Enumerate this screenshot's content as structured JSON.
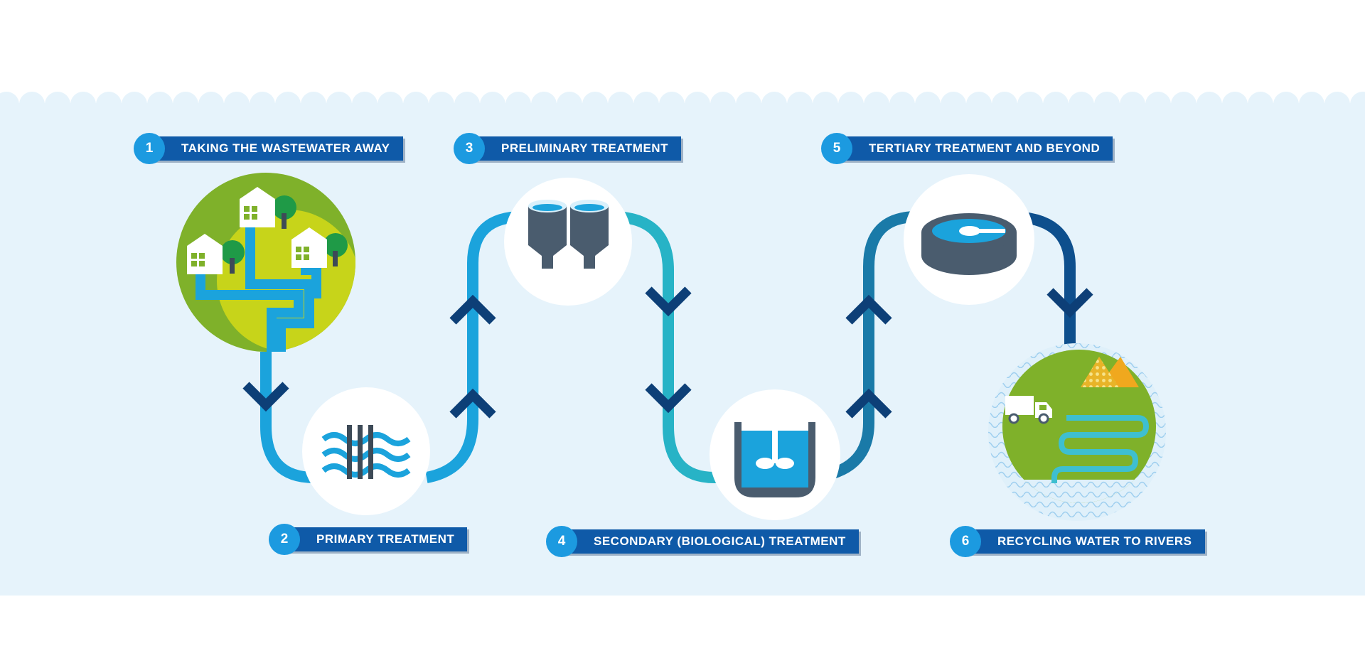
{
  "title": "",
  "colors": {
    "panel": "#e6f3fb",
    "label_bar": "#0f5aa8",
    "number_badge": "#1c9ae0",
    "pipe_light": "#1ba3dc",
    "pipe_teal": "#27b3c6",
    "pipe_dark": "#1a7aa8",
    "pipe_navy": "#0e4f8d",
    "arrow": "#0d3f77",
    "grass": "#7fb12a",
    "yellow_green": "#c7d41a",
    "sludge": "#e8b428",
    "vessel": "#4a5c6e"
  },
  "steps": [
    {
      "number": "1",
      "label": "TAKING THE WASTEWATER AWAY",
      "icon": "houses-pipes-icon"
    },
    {
      "number": "2",
      "label": "PRIMARY TREATMENT",
      "icon": "screen-filter-icon"
    },
    {
      "number": "3",
      "label": "PRELIMINARY TREATMENT",
      "icon": "settling-tanks-icon"
    },
    {
      "number": "4",
      "label": "SECONDARY (BIOLOGICAL) TREATMENT",
      "icon": "aeration-tank-icon"
    },
    {
      "number": "5",
      "label": "TERTIARY TREATMENT AND BEYOND",
      "icon": "filter-bed-icon"
    },
    {
      "number": "6",
      "label": "RECYCLING WATER TO RIVERS",
      "icon": "river-landscape-icon"
    }
  ]
}
